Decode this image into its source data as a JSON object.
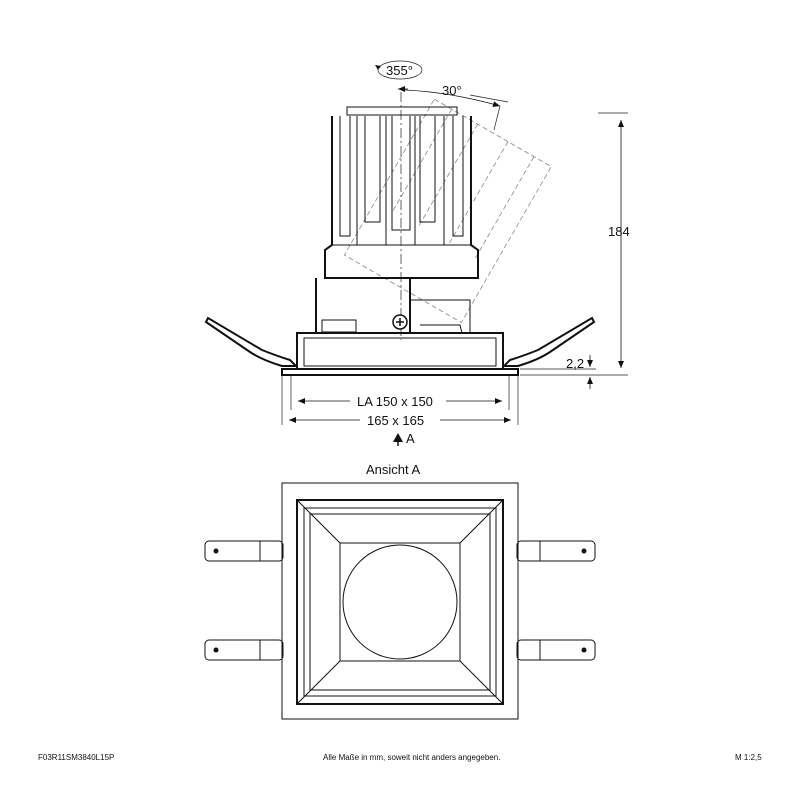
{
  "side_view": {
    "rotation_label": "355°",
    "tilt_label": "30°",
    "height_label": "184",
    "flange_label": "2,2",
    "cutout_label": "LA 150 x 150",
    "outer_label": "165 x 165",
    "view_marker": "A"
  },
  "front_view": {
    "title": "Ansicht A"
  },
  "footer": {
    "article_code": "F03R11SM3840L15P",
    "note": "Alle Maße in mm, soweit nicht anders angegeben.",
    "scale": "M 1:2,5"
  }
}
